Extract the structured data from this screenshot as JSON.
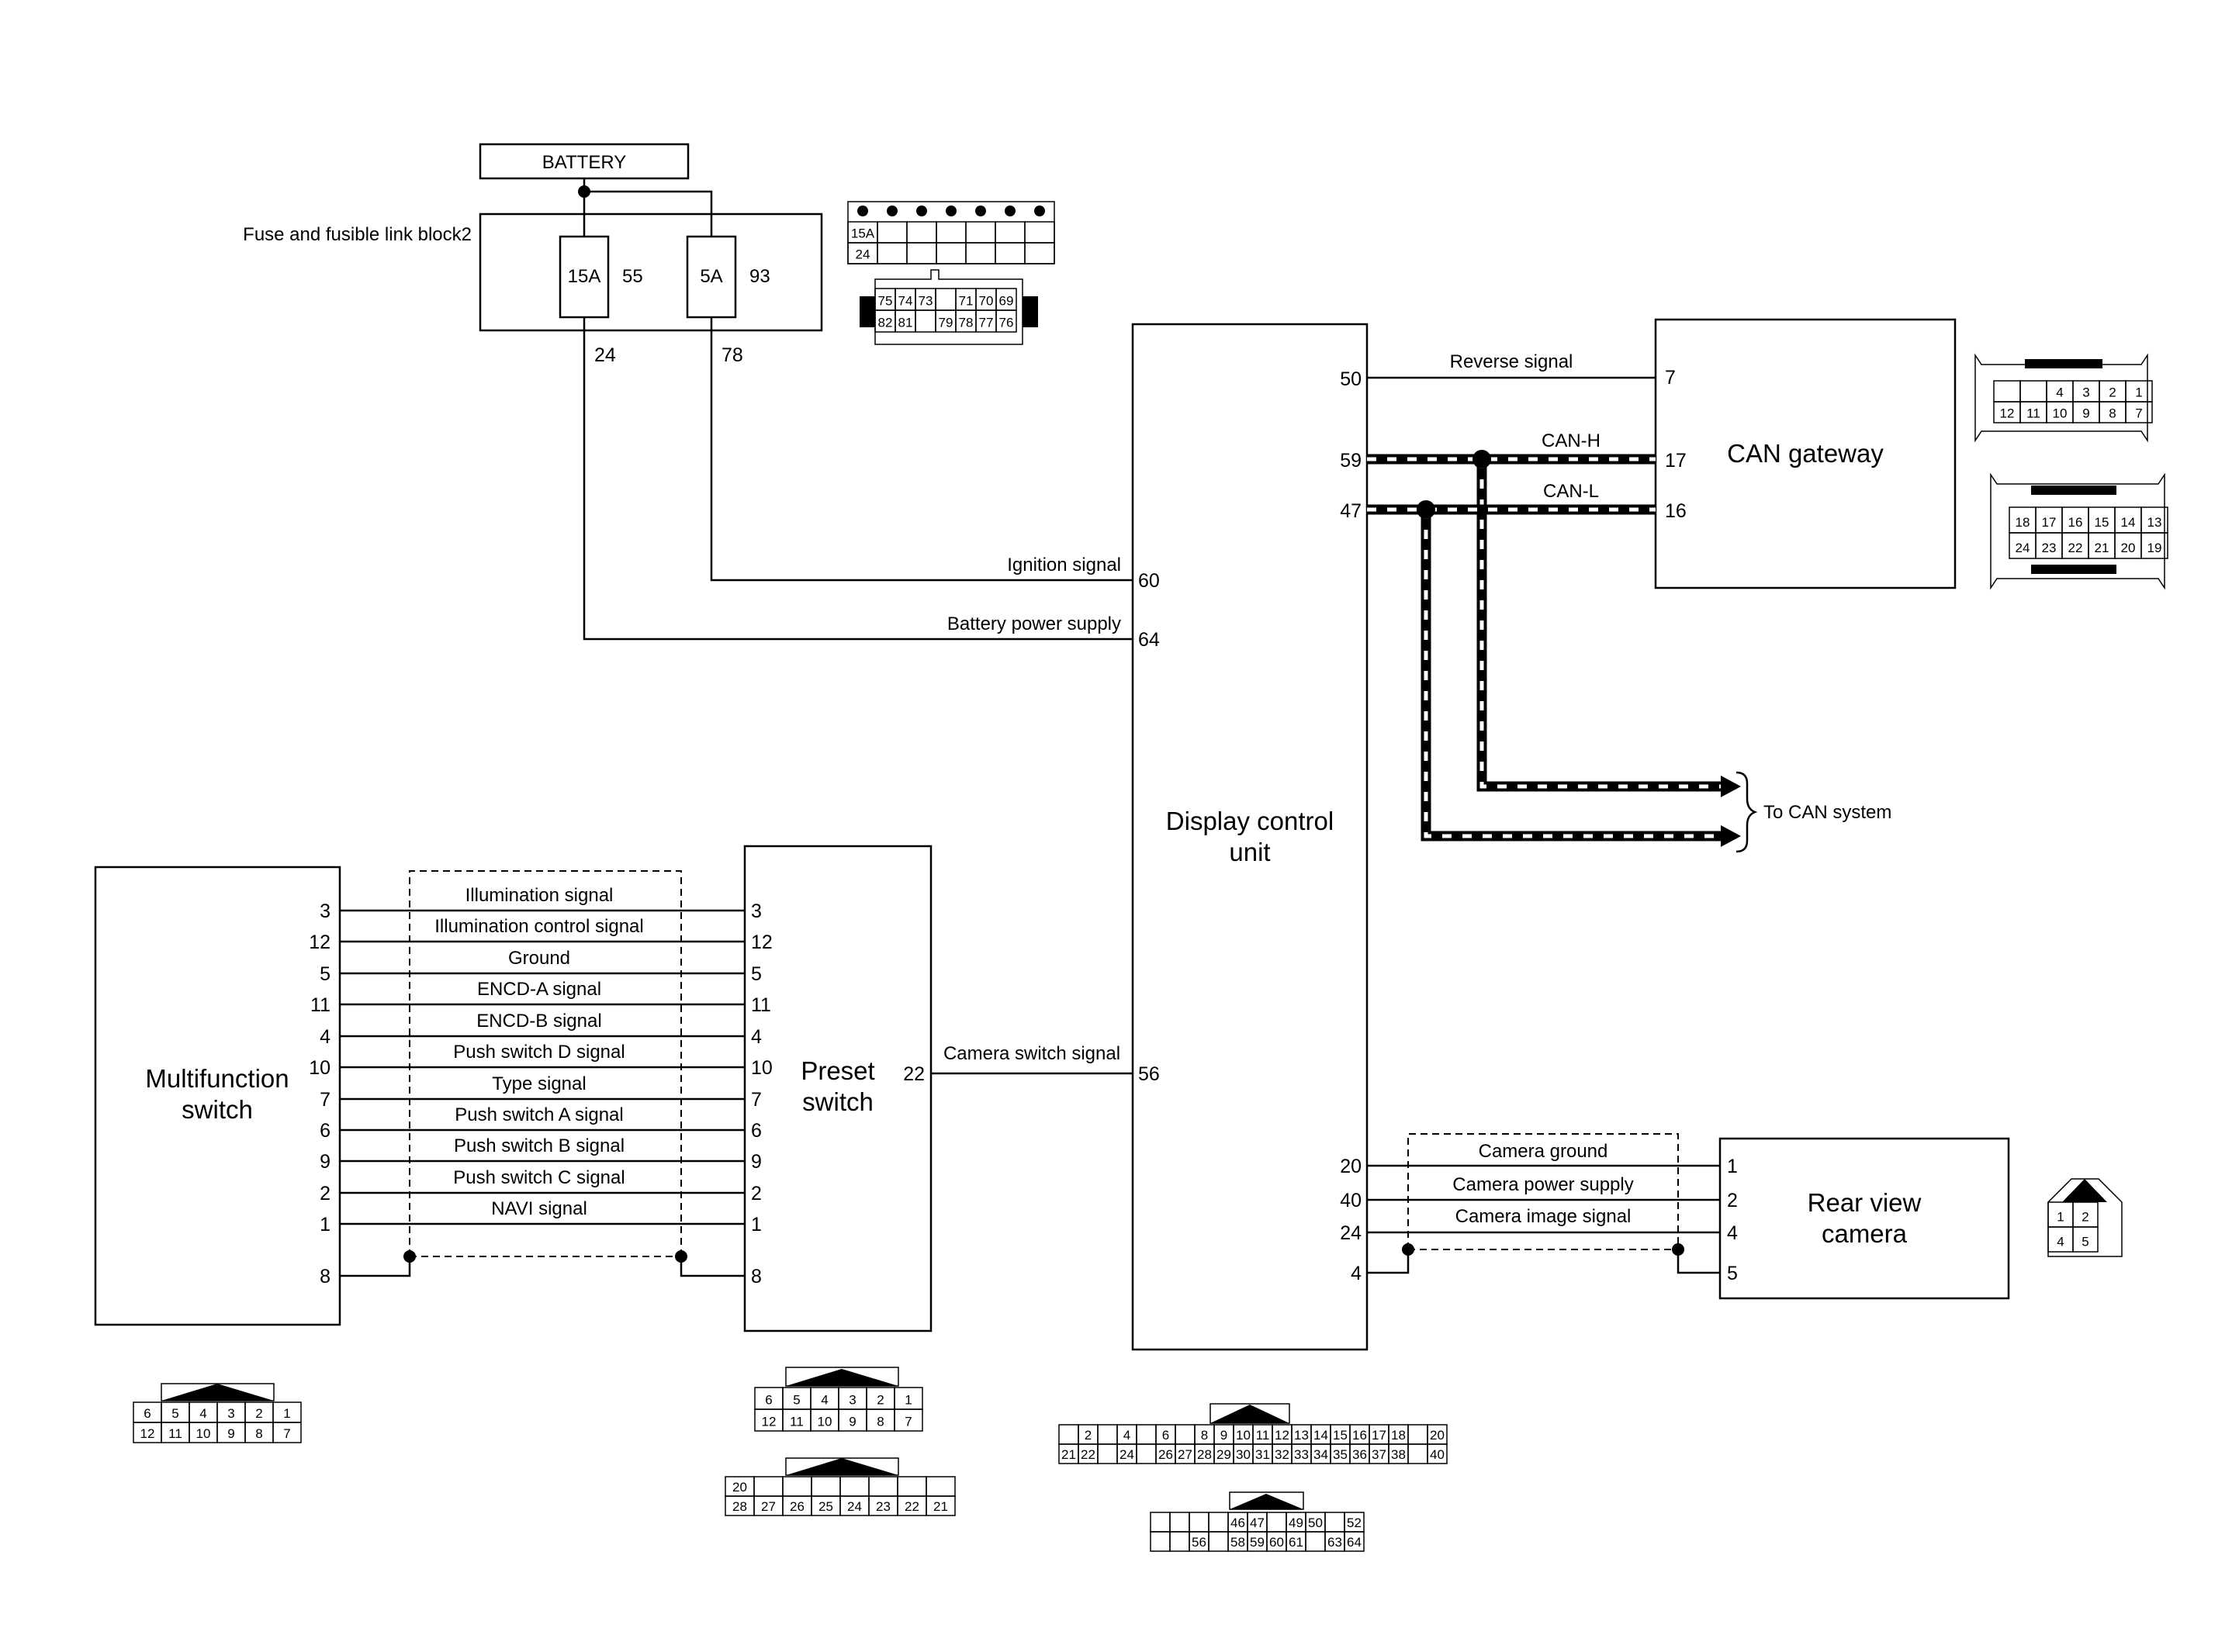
{
  "battery": {
    "label": "BATTERY"
  },
  "fuse_block": {
    "label": "Fuse and fusible link block2",
    "fuses": [
      {
        "rating": "15A",
        "number": "55",
        "out_pin": "24"
      },
      {
        "rating": "5A",
        "number": "93",
        "out_pin": "78"
      }
    ]
  },
  "dcu": {
    "label_line1": "Display control",
    "label_line2": "unit",
    "left_pins": [
      "60",
      "64",
      "56"
    ],
    "right_pins": [
      "50",
      "59",
      "47",
      "20",
      "40",
      "24",
      "4"
    ]
  },
  "can_gateway": {
    "label": "CAN gateway",
    "pins": [
      "7",
      "17",
      "16"
    ]
  },
  "rear_camera": {
    "label_line1": "Rear view",
    "label_line2": "camera",
    "pins": [
      "1",
      "2",
      "4",
      "5"
    ]
  },
  "multifunction": {
    "label_line1": "Multifunction",
    "label_line2": "switch",
    "pins": [
      "3",
      "12",
      "5",
      "11",
      "4",
      "10",
      "7",
      "6",
      "9",
      "2",
      "1",
      "8"
    ]
  },
  "preset": {
    "label_line1": "Preset",
    "label_line2": "switch",
    "pins": [
      "3",
      "12",
      "5",
      "11",
      "4",
      "10",
      "7",
      "6",
      "9",
      "2",
      "1",
      "8"
    ],
    "out_pin": "22"
  },
  "signals": {
    "ignition": "Ignition signal",
    "battery_power": "Battery power supply",
    "reverse": "Reverse signal",
    "can_h": "CAN-H",
    "can_l": "CAN-L",
    "to_can": "To CAN system",
    "camera_switch": "Camera switch signal",
    "camera_ground": "Camera ground",
    "camera_power": "Camera power supply",
    "camera_image": "Camera image signal",
    "switch_lines": [
      "Illumination signal",
      "Illumination control signal",
      "Ground",
      "ENCD-A signal",
      "ENCD-B signal",
      "Push switch D signal",
      "Type signal",
      "Push switch A signal",
      "Push switch B signal",
      "Push switch C signal",
      "NAVI signal"
    ]
  },
  "connector_faces": {
    "fuse_small": [
      [
        "15A",
        "",
        "",
        "",
        "",
        "",
        ""
      ],
      [
        "24",
        "",
        "",
        "",
        "",
        "",
        ""
      ]
    ],
    "fuse_large": [
      [
        "75",
        "74",
        "73",
        "",
        "71",
        "70",
        "69"
      ],
      [
        "82",
        "81",
        "",
        "79",
        "78",
        "77",
        "76"
      ]
    ],
    "can_a": [
      [
        "",
        "",
        "4",
        "3",
        "2",
        "1"
      ],
      [
        "12",
        "11",
        "10",
        "9",
        "8",
        "7"
      ]
    ],
    "can_b": [
      [
        "18",
        "17",
        "16",
        "15",
        "14",
        "13"
      ],
      [
        "24",
        "23",
        "22",
        "21",
        "20",
        "19"
      ]
    ],
    "camera": [
      [
        "1",
        "2"
      ],
      [
        "4",
        "5"
      ]
    ],
    "multifunction": [
      [
        "6",
        "5",
        "4",
        "3",
        "2",
        "1"
      ],
      [
        "12",
        "11",
        "10",
        "9",
        "8",
        "7"
      ]
    ],
    "preset_a": [
      [
        "6",
        "5",
        "4",
        "3",
        "2",
        "1"
      ],
      [
        "12",
        "11",
        "10",
        "9",
        "8",
        "7"
      ]
    ],
    "preset_b": [
      [
        "20",
        "",
        "",
        "",
        "",
        "",
        "",
        ""
      ],
      [
        "28",
        "27",
        "26",
        "25",
        "24",
        "23",
        "22",
        "21"
      ]
    ],
    "dcu_a": [
      [
        "",
        "2",
        "",
        "4",
        "",
        "6",
        "",
        "8",
        "9",
        "10",
        "11",
        "12",
        "13",
        "14",
        "15",
        "16",
        "17",
        "18",
        "",
        "20"
      ],
      [
        "21",
        "22",
        "",
        "24",
        "",
        "26",
        "27",
        "28",
        "29",
        "30",
        "31",
        "32",
        "33",
        "34",
        "35",
        "36",
        "37",
        "38",
        "",
        "40"
      ]
    ],
    "dcu_b": [
      [
        "",
        "",
        "",
        "",
        "46",
        "47",
        "",
        "49",
        "50",
        "",
        "52"
      ],
      [
        "",
        "",
        "56",
        "",
        "58",
        "59",
        "60",
        "61",
        "",
        "63",
        "64"
      ]
    ]
  }
}
